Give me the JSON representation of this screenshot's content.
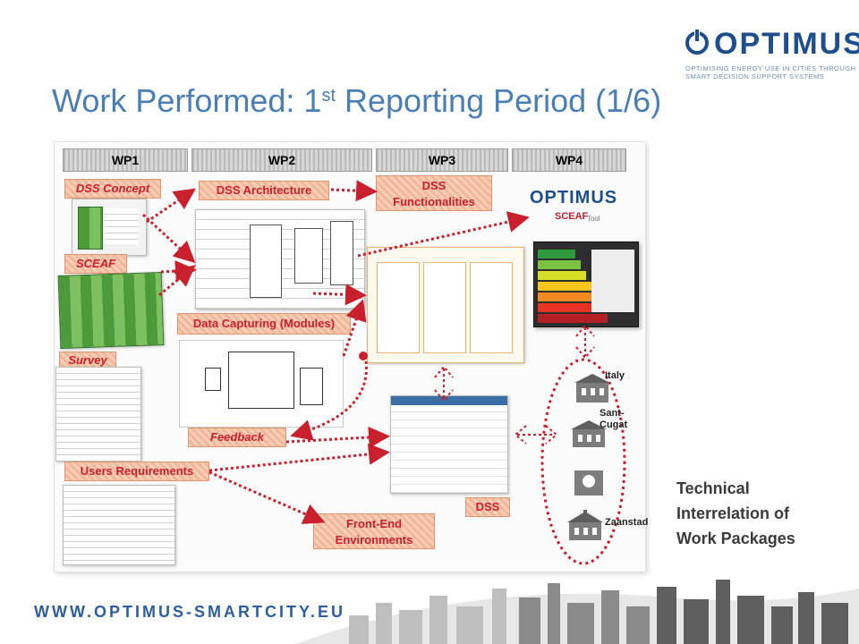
{
  "logo": {
    "word": "OPTIMUS",
    "tagline_line1": "OPTIMISING ENERGY USE IN CITIES THROUGH",
    "tagline_line2": "SMART DECISION SUPPORT SYSTEMS"
  },
  "slide": {
    "title_main": "Work Performed: 1",
    "title_sup": "st",
    "title_rest": " Reporting Period (1/6)"
  },
  "work_packages": [
    "WP1",
    "WP2",
    "WP3",
    "WP4"
  ],
  "boxes": {
    "dss_concept": "DSS Concept",
    "sceaf": "SCEAF",
    "survey": "Survey",
    "dss_architecture": "DSS Architecture",
    "dss_functionalities_line1": "DSS",
    "dss_functionalities_line2": "Functionalities",
    "data_capturing": "Data Capturing (Modules)",
    "feedback": "Feedback",
    "users_requirements": "Users Requirements",
    "front_end_line1": "Front-End",
    "front_end_line2": "Environments",
    "dss": "DSS"
  },
  "sceaf_tool": {
    "optimus_word": "OPTIMUS",
    "sceaf_word": "SCEAF",
    "tool_word": "Tool"
  },
  "cities": [
    "Italy",
    "Sant-Cugat",
    "Zaanstad"
  ],
  "caption": {
    "line1": "Technical",
    "line2": "Interrelation of",
    "line3": "Work Packages"
  },
  "footer": {
    "url": "WWW.OPTIMUS-SMARTCITY.EU"
  },
  "colors": {
    "title": "#4a7fb5",
    "box_text": "#c8202c",
    "arrow": "#c8202c",
    "logo": "#1f4e8c"
  }
}
